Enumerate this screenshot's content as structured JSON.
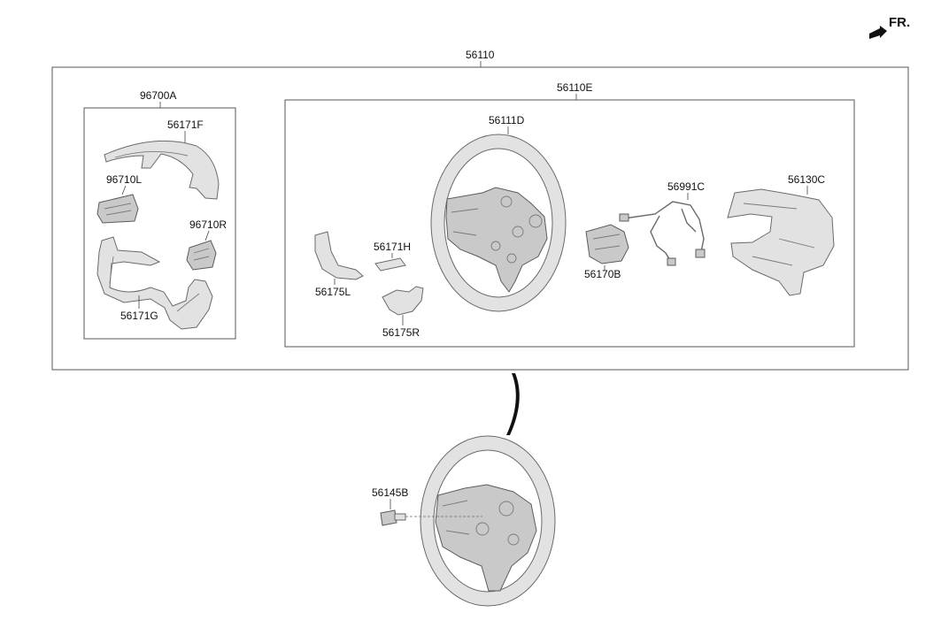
{
  "orientation": {
    "label": "FR.",
    "icon": "front-arrow-icon"
  },
  "labels": {
    "assembly": "56110",
    "cover_kit": "96700A",
    "wheel_kit": "56110E",
    "upper_cover": "56171F",
    "switch_left": "96710L",
    "switch_right": "96710R",
    "lower_cover": "56171G",
    "steering_wheel": "56111D",
    "bezel_center": "56171H",
    "garnish_left": "56175L",
    "garnish_right": "56175R",
    "remote_switch": "56170B",
    "wiring_harness": "56991C",
    "back_cover": "56130C",
    "bolt": "56145B"
  },
  "colors": {
    "part_fill": "#e2e2e2",
    "part_stroke": "#6a6a6a",
    "box_stroke": "#555555"
  }
}
